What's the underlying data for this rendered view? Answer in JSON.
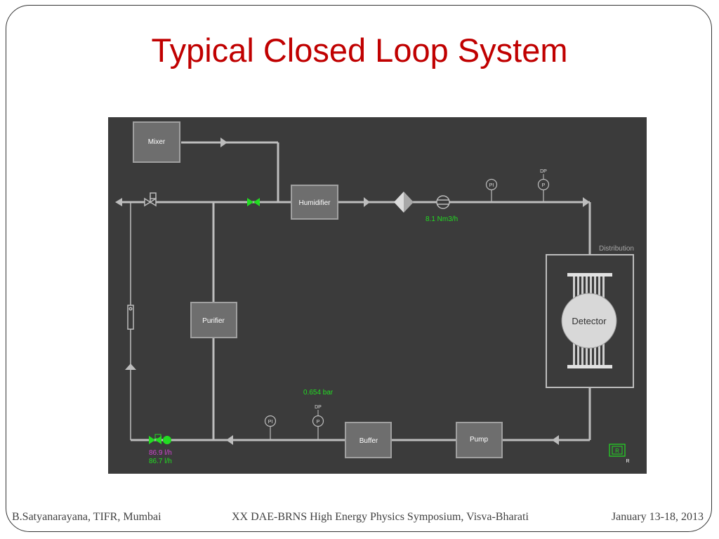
{
  "slide": {
    "title": "Typical Closed Loop System"
  },
  "diagram": {
    "blocks": {
      "mixer": "Mixer",
      "humidifier": "Humidifier",
      "purifier": "Purifier",
      "buffer": "Buffer",
      "pump": "Pump",
      "detector": "Detector",
      "distribution": "Distribution"
    },
    "instruments": {
      "pi": "PI",
      "p": "P",
      "dp": "DP",
      "r": "R"
    },
    "readings": {
      "flow_main": "8.1 Nm3/h",
      "pressure": "0.654 bar",
      "flow_return_1": "86.9 l/h",
      "flow_return_2": "86.7 l/h"
    },
    "colors": {
      "background": "#3b3b3b",
      "pipe": "#bdbdbd",
      "block_fill": "#6e6e6e",
      "active_green": "#22dd22",
      "magenta_reading": "#cc44cc"
    }
  },
  "footer": {
    "left": "B.Satyanarayana, TIFR, Mumbai",
    "center": "XX DAE-BRNS High Energy Physics Symposium, Visva-Bharati",
    "right": "January 13-18, 2013"
  }
}
